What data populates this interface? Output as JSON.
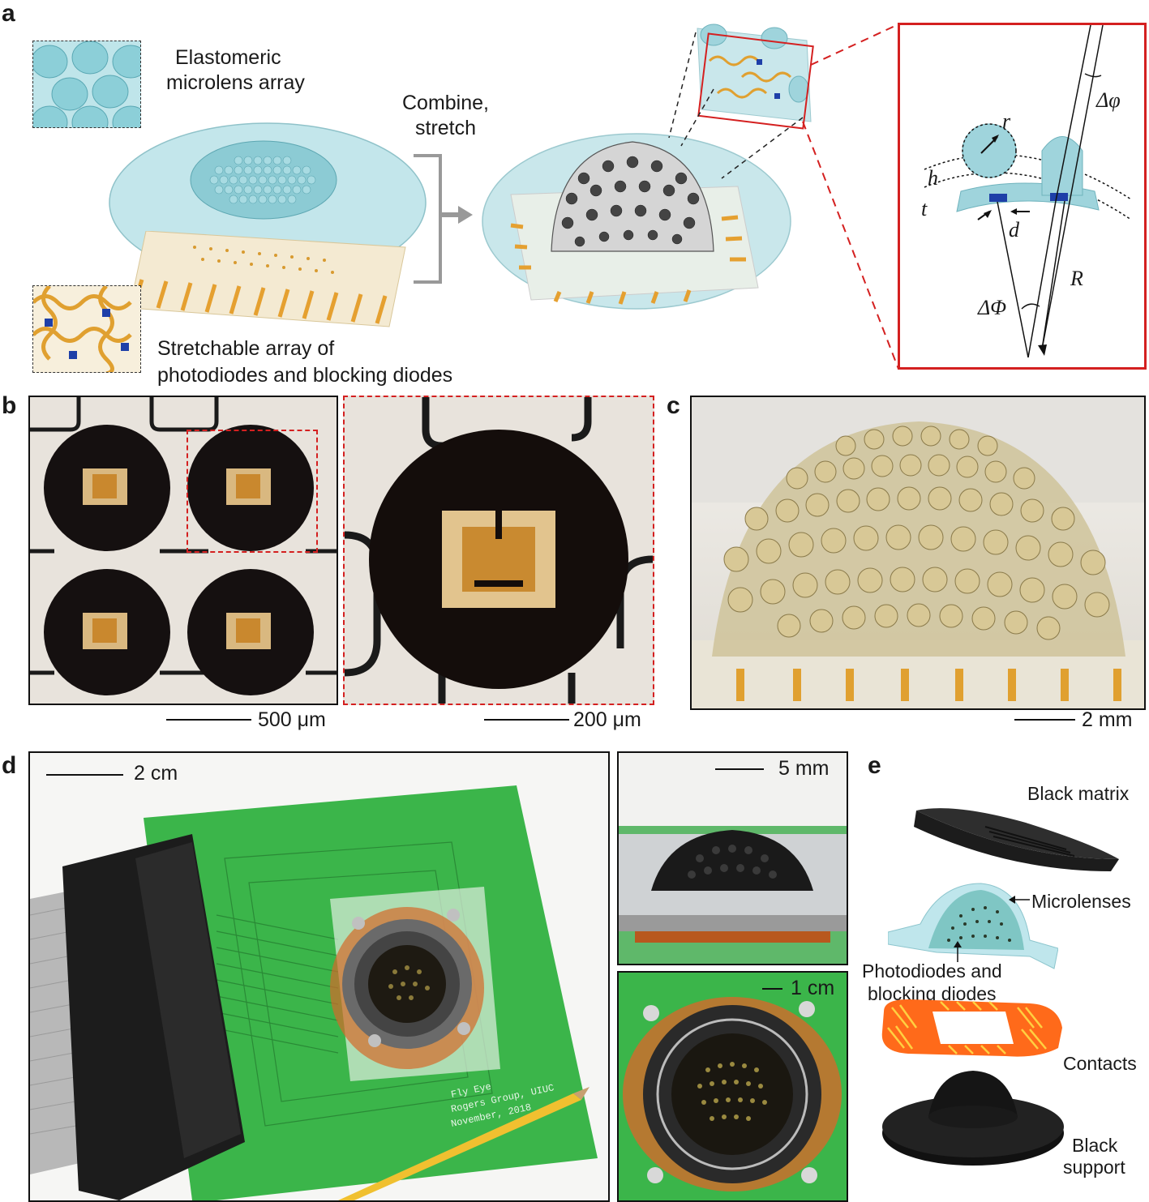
{
  "panels": {
    "a": {
      "label": "a",
      "microlens_label_line1": "Elastomeric",
      "microlens_label_line2": "microlens array",
      "combine_line1": "Combine,",
      "combine_line2": "stretch",
      "diode_label_line1": "Stretchable array of",
      "diode_label_line2": "photodiodes and blocking diodes",
      "geometry": {
        "r": "r",
        "h": "h",
        "t": "t",
        "d": "d",
        "R": "R",
        "dphi_small": "Δφ",
        "dPhi_large": "ΔΦ"
      }
    },
    "b": {
      "label": "b",
      "scale_left": "500 μm",
      "scale_right": "200 μm"
    },
    "c": {
      "label": "c",
      "scale": "2 mm"
    },
    "d": {
      "label": "d",
      "scale_main": "2 cm",
      "scale_top_right": "5 mm",
      "scale_bottom_right": "1 cm",
      "pcb_text_line1": "Fly Eye",
      "pcb_text_line2": "Rogers Group, UIUC",
      "pcb_text_line3": "November, 2018"
    },
    "e": {
      "label": "e",
      "black_matrix": "Black matrix",
      "microlenses": "Microlenses",
      "photodiodes_line1": "Photodiodes and",
      "photodiodes_line2": "blocking diodes",
      "contacts": "Contacts",
      "support_line1": "Black",
      "support_line2": "support"
    }
  },
  "colors": {
    "lens_cyan": "#9fd4dc",
    "gold": "#e0a030",
    "diode_blue": "#1e3fa8",
    "red_box": "#d42020",
    "pcb_green": "#3bb54a",
    "black": "#111111"
  }
}
